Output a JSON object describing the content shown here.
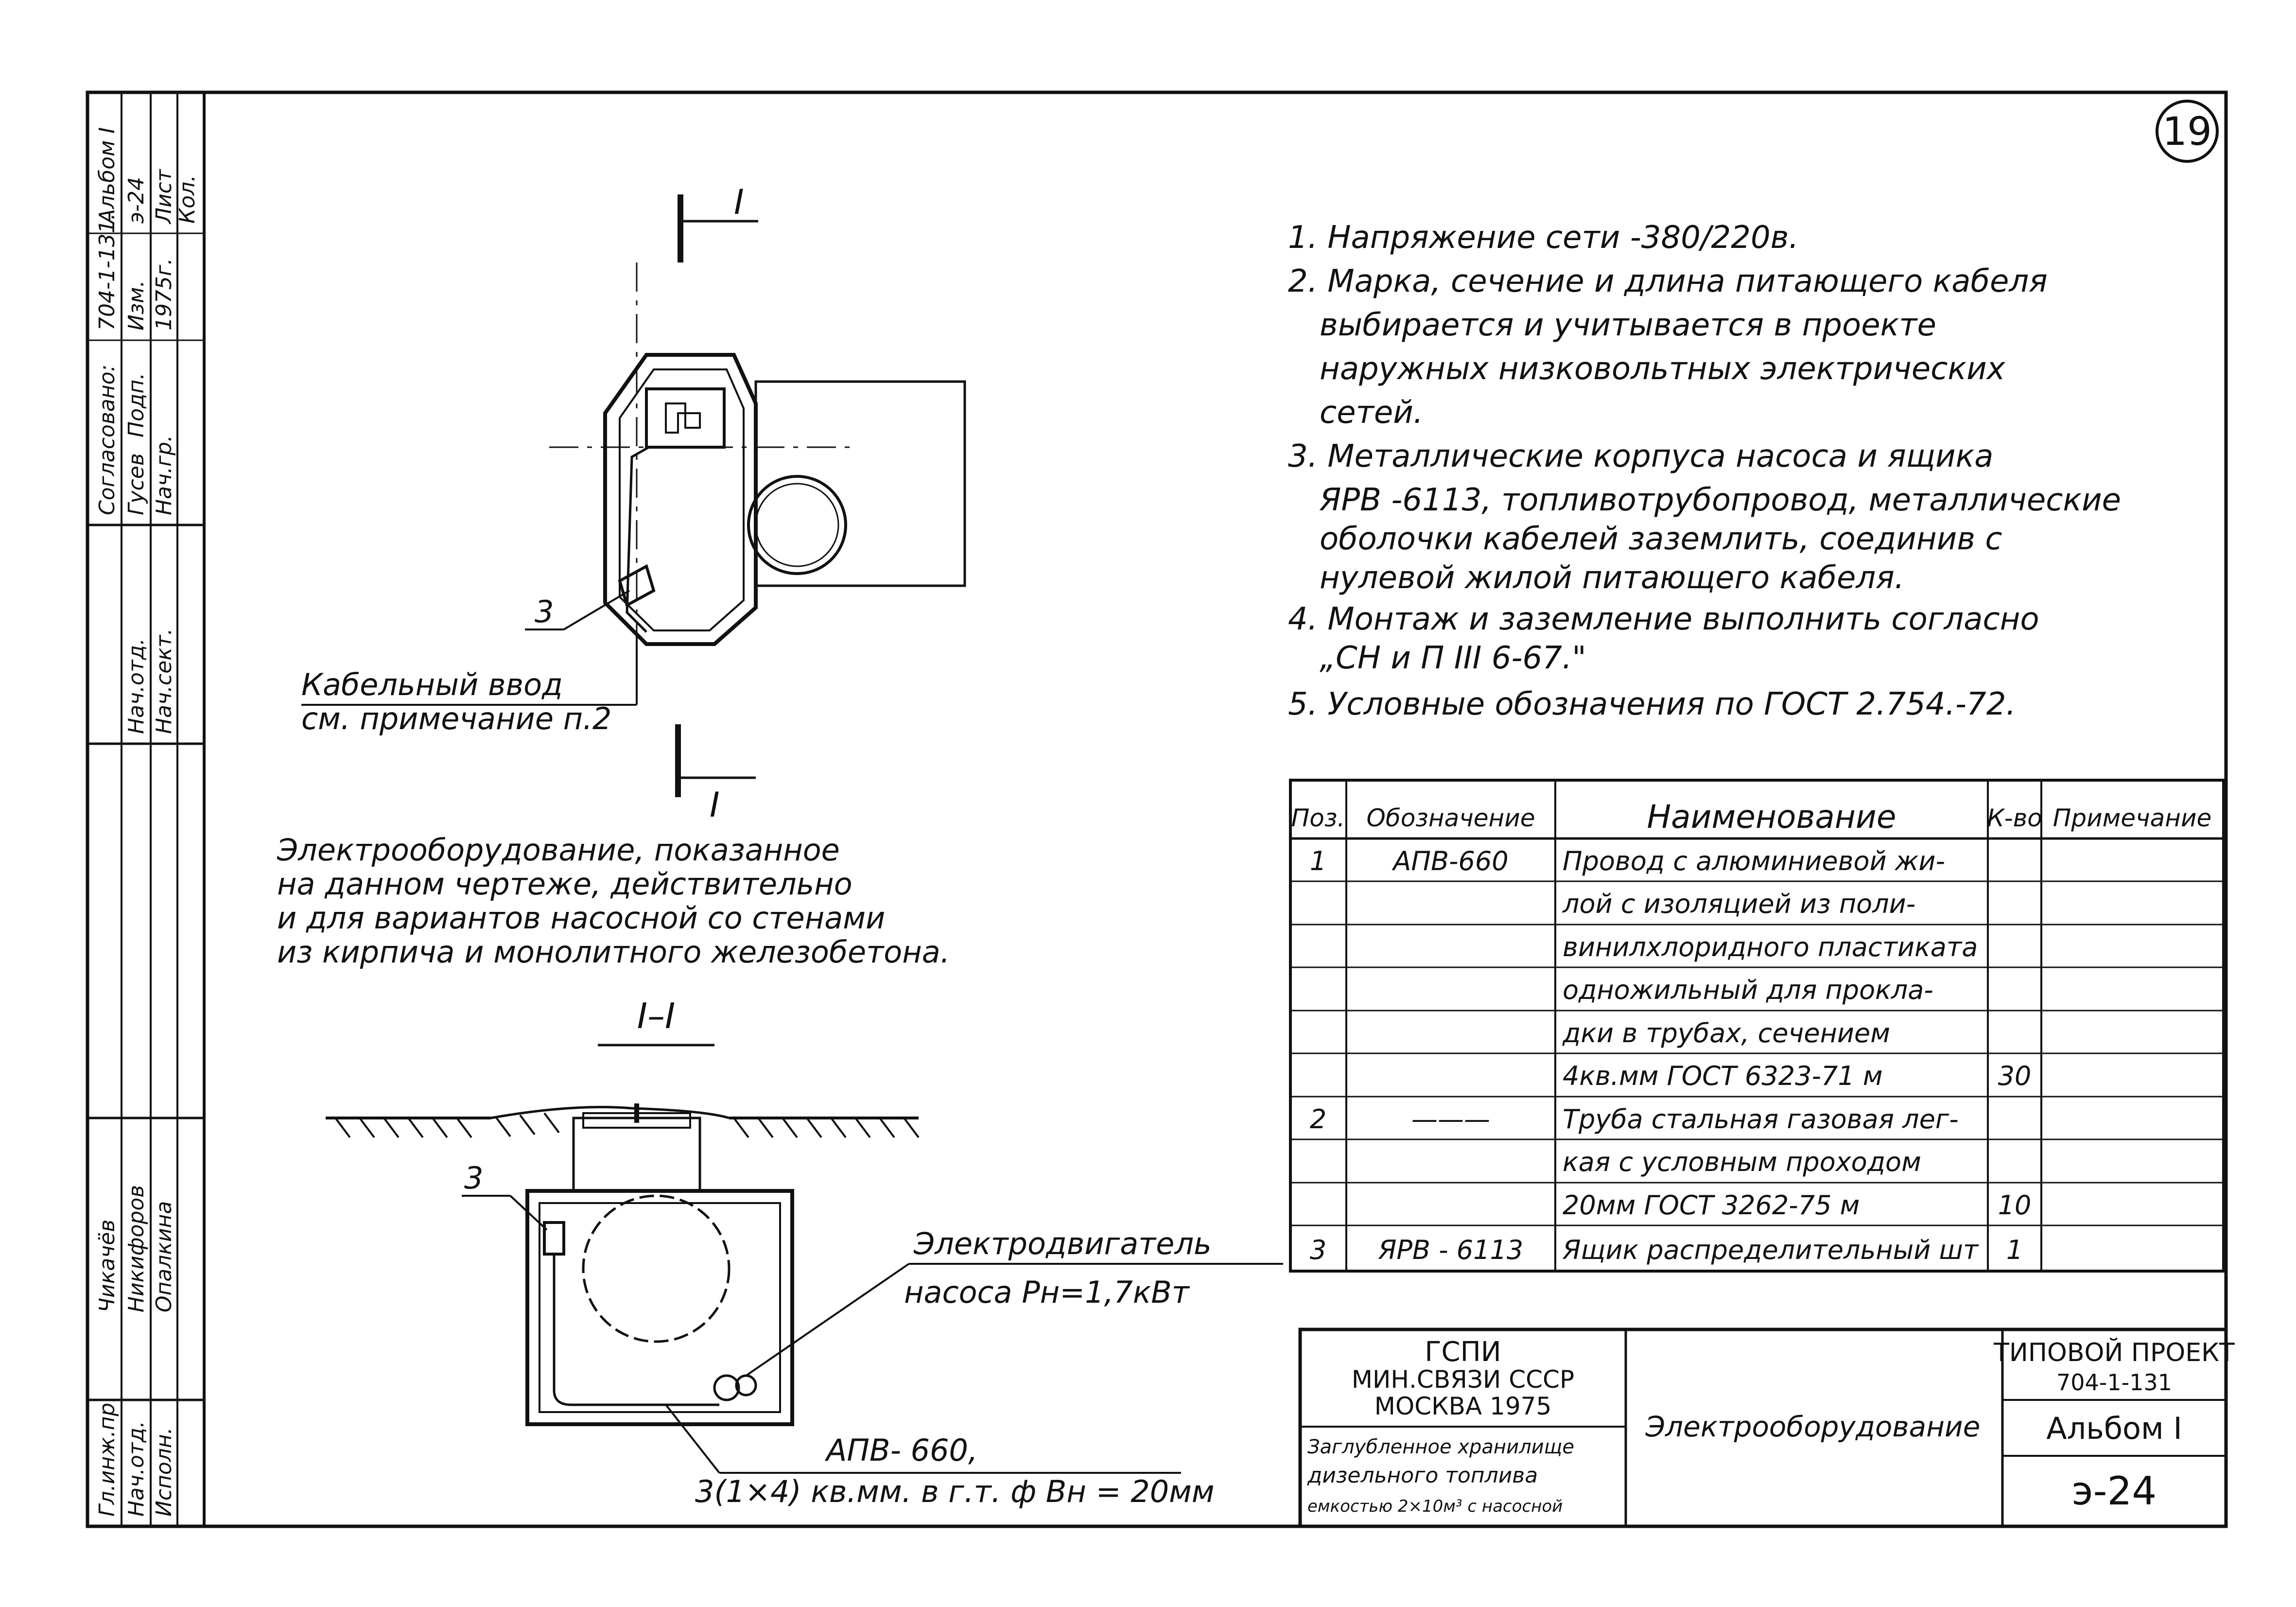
{
  "sheet_number": "19",
  "side_stamp": {
    "left_block": [
      "Согласовано:",
      "Нач.отд.",
      "Нач.сект.",
      "Гусев",
      "Нач.гр."
    ],
    "top_column": [
      "704-1-131.",
      "Альбом I",
      "Изм.",
      "Подп.",
      "1975г.",
      "э-24",
      "Лист",
      "Кол."
    ],
    "bottom_block": [
      "Гл.инж.пр.",
      "Нач.отд.",
      "Исполн.",
      "Чикачёв",
      "Никифоров",
      "Опалкина"
    ]
  },
  "notes": [
    "1. Напряжение сети -380/220в.",
    "2. Марка, сечение и длина питающего кабеля",
    "выбирается и учитывается в проекте",
    "наружных низковольтных электрических",
    "сетей.",
    "3. Металлические корпуса насоса и ящика",
    "ЯРВ -6113, топливотрубопровод, металлические",
    "оболочки кабелей заземлить, соединив с",
    "нулевой жилой питающего кабеля.",
    "4. Монтаж и заземление выполнить согласно",
    "„СН и П III 6-67.\"",
    "5. Условные обозначения по ГОСТ 2.754.-72."
  ],
  "plan": {
    "section_mark": "I",
    "callout_number": "3",
    "cable_entry": "Кабельный ввод",
    "cable_entry_note": "см. примечание п.2"
  },
  "validity_note": [
    "Электрооборудование, показанное",
    "на данном чертеже, действительно",
    "и для вариантов насосной со стенами",
    "из кирпича и монолитного железобетона."
  ],
  "section": {
    "title": "I–I",
    "callout_number": "3",
    "motor_label": "Электродвигатель",
    "motor_power": "насоса Рн=1,7кВт",
    "cable_label": "АПВ- 660,",
    "cable_spec": "3(1×4) кв.мм. в г.т. ф Вн = 20мм"
  },
  "spec_table": {
    "headers": [
      "Поз.",
      "Обозначение",
      "Наименование",
      "К-во",
      "Примечание"
    ],
    "rows": [
      [
        "1",
        "АПВ-660",
        "Провод с алюминиевой жи-",
        "",
        ""
      ],
      [
        "",
        "",
        "лой с изоляцией из поли-",
        "",
        ""
      ],
      [
        "",
        "",
        "винилхлоридного пластиката",
        "",
        ""
      ],
      [
        "",
        "",
        "одножильный для прокла-",
        "",
        ""
      ],
      [
        "",
        "",
        "дки в трубах, сечением",
        "",
        ""
      ],
      [
        "",
        "",
        "4кв.мм ГОСТ 6323-71 м",
        "30",
        ""
      ],
      [
        "2",
        "———",
        "Труба стальная газовая лег-",
        "",
        ""
      ],
      [
        "",
        "",
        "кая с условным проходом",
        "",
        ""
      ],
      [
        "",
        "",
        "20мм ГОСТ 3262-75 м",
        "10",
        ""
      ],
      [
        "3",
        "ЯРВ - 6113",
        "Ящик распределительный шт",
        "1",
        ""
      ]
    ]
  },
  "title_block": {
    "org_line1": "ГСПИ",
    "org_line2": "МИН.СВЯЗИ СССР",
    "org_line3": "МОСКВА 1975",
    "object_line1": "Заглубленное хранилище",
    "object_line2": "дизельного топлива",
    "object_line3": "емкостью 2×10м³ с насосной",
    "drawing_title": "Электрооборудование",
    "project_type": "ТИПОВОЙ ПРОЕКТ",
    "project_number": "704-1-131",
    "album": "Альбом I",
    "sheet_code": "э-24"
  }
}
